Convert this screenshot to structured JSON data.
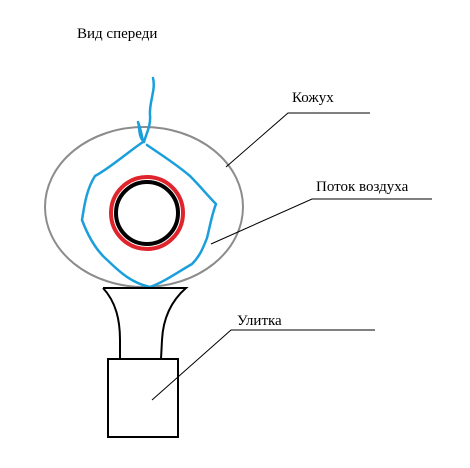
{
  "title": "Вид спереди",
  "labels": {
    "casing": "Кожух",
    "airflow": "Поток воздуха",
    "snail": "Улитка"
  },
  "colors": {
    "casing_outline": "#8c8c8c",
    "airflow_line": "#1a9fdc",
    "rotor_ring": "#e0242b",
    "hub": "#000000",
    "leader_lines": "#000000"
  }
}
